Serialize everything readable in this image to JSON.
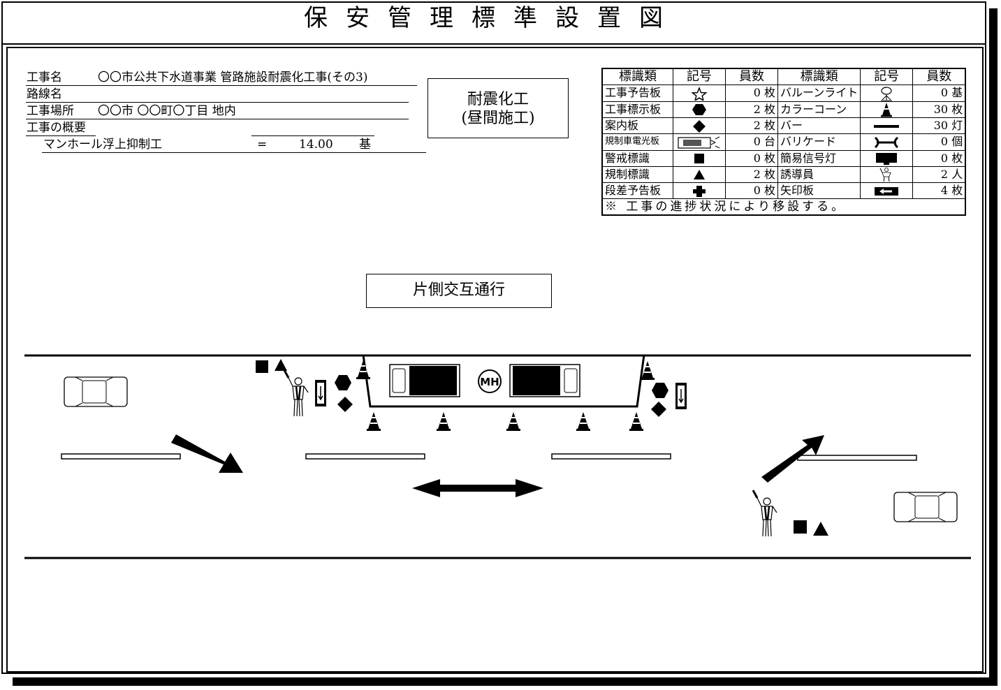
{
  "title": "保安管理標準設置図",
  "work_info": {
    "project_label": "工事名",
    "project_name": "〇〇市公共下水道事業 管路施設耐震化工事(その3)",
    "route_label": "路線名",
    "site_label": "工事場所",
    "site_value": "〇〇市 〇〇町〇丁目 地内",
    "overview_label": "工事の概要",
    "item_name": "マンホール浮上抑制工",
    "item_eq": "=",
    "item_qty": "14.00",
    "item_unit": "基"
  },
  "work_type_box": {
    "line1": "耐震化工",
    "line2": "(昼間施工)"
  },
  "traffic_box": "片側交互通行",
  "legend": {
    "headers": [
      "標識類",
      "記号",
      "員数",
      "標識類",
      "記号",
      "員数"
    ],
    "rows": [
      {
        "l_name": "工事予告板",
        "l_icon": "star-icon",
        "l_count": "0 枚",
        "r_name": "バルーンライト",
        "r_icon": "balloon-light-icon",
        "r_count": "0 基"
      },
      {
        "l_name": "工事標示板",
        "l_icon": "hexagon-icon",
        "l_count": "2 枚",
        "r_name": "カラーコーン",
        "r_icon": "cone-icon",
        "r_count": "30 枚"
      },
      {
        "l_name": "案内板",
        "l_icon": "diamond-icon",
        "l_count": "2 枚",
        "r_name": "バー",
        "r_icon": "bar-icon",
        "r_count": "30 灯"
      },
      {
        "l_name": "規制車電光板",
        "l_icon": "sign-truck-icon",
        "l_count": "0 台",
        "r_name": "バリケード",
        "r_icon": "barricade-icon",
        "r_count": "0 個"
      },
      {
        "l_name": "警戒標識",
        "l_icon": "square-icon",
        "l_count": "0 枚",
        "r_name": "簡易信号灯",
        "r_icon": "signal-light-icon",
        "r_count": "0 枚"
      },
      {
        "l_name": "規制標識",
        "l_icon": "triangle-icon",
        "l_count": "2 枚",
        "r_name": "誘導員",
        "r_icon": "flagman-icon",
        "r_count": "2 人"
      },
      {
        "l_name": "段差予告板",
        "l_icon": "cross-icon",
        "l_count": "0 枚",
        "r_name": "矢印板",
        "r_icon": "arrow-board-icon",
        "r_count": "4 枚"
      }
    ],
    "note": "※ 工事の進捗状況により移設する。"
  },
  "plan": {
    "manhole_label": "MH"
  }
}
